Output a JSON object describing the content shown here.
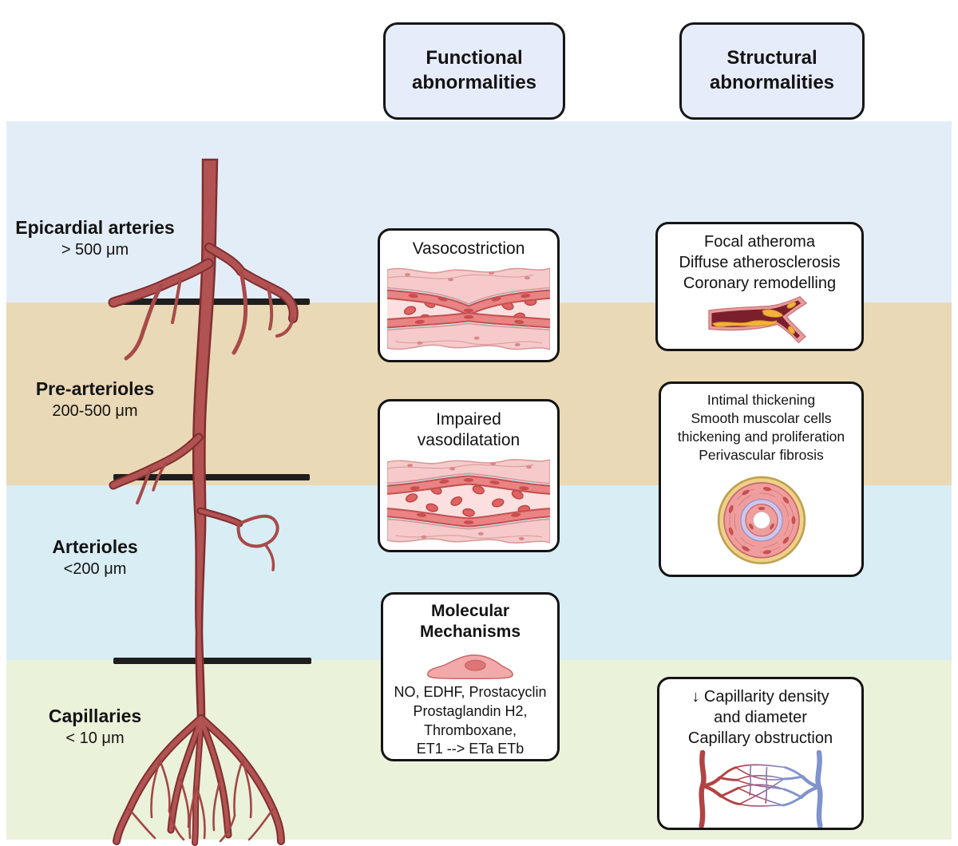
{
  "columns": {
    "functional_header": "Functional\nabnormalities",
    "structural_header": "Structural\nabnormalities"
  },
  "levels": [
    {
      "name": "Epicardial arteries",
      "size": "> 500 μm"
    },
    {
      "name": "Pre-arterioles",
      "size": "200-500 μm"
    },
    {
      "name": "Arterioles",
      "size": "<200 μm"
    },
    {
      "name": "Capillaries",
      "size": "< 10 μm"
    }
  ],
  "functional_boxes": [
    {
      "title": "Vasocostriction",
      "illustration": "constricted-vessel-icon"
    },
    {
      "title": "Impaired\nvasodilatation",
      "illustration": "dilated-vessel-icon"
    },
    {
      "title": "Molecular\nMechanisms",
      "body": "NO, EDHF, Prostacyclin\nProstaglandin H2,\nThromboxane,\nET1 --> ETa ETb",
      "illustration": "endothelial-cell-icon"
    }
  ],
  "structural_boxes": [
    {
      "text": "Focal atheroma\nDiffuse atherosclerosis\nCoronary remodelling",
      "illustration": "atherosclerotic-vessel-icon"
    },
    {
      "text": "Intimal thickening\nSmooth muscolar cells\nthickening and proliferation\nPerivascular fibrosis",
      "illustration": "vessel-cross-section-icon"
    },
    {
      "text": "↓ Capillarity density\nand diameter\nCapillary obstruction",
      "illustration": "capillary-network-icon"
    }
  ],
  "colors": {
    "band_epicardial": "#e3edf8",
    "band_prearterioles": "#ead9b6",
    "band_arterioles": "#d9edf4",
    "band_capillaries": "#eaf2da",
    "header_box_fill": "#e7ecfb",
    "artery_red": "#b25252",
    "venule_blue": "#8093cc",
    "plaque_yellow": "#f2b13a"
  }
}
